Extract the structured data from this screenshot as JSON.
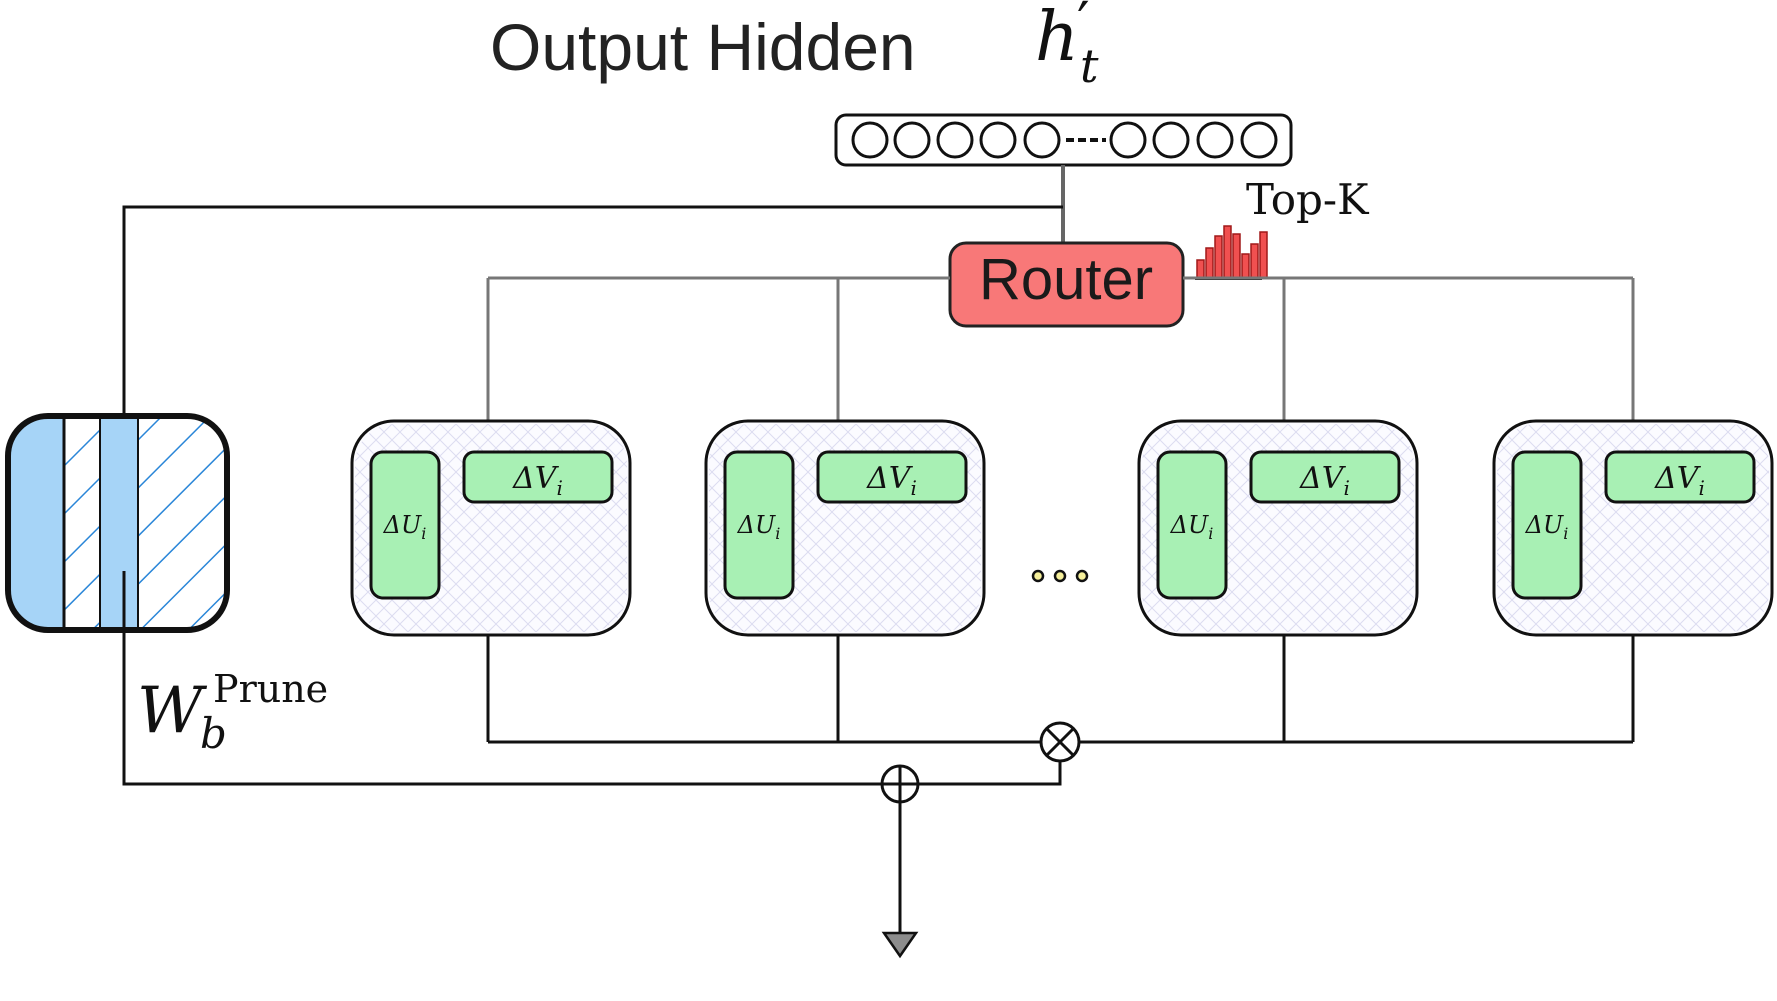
{
  "diagram": {
    "title": "Output Hidden",
    "hidden_symbol": {
      "base": "h",
      "prime": "′",
      "sub": "t"
    },
    "router_label": "Router",
    "topk_label": "Top-K",
    "pruned_weight": {
      "base": "W",
      "sub": "b",
      "sup": "Prune"
    },
    "ellipsis": "...",
    "experts": [
      {
        "du_label": "ΔU",
        "du_sub": "i",
        "dv_label": "ΔV",
        "dv_sub": "i"
      },
      {
        "du_label": "ΔU",
        "du_sub": "i",
        "dv_label": "ΔV",
        "dv_sub": "i"
      },
      {
        "du_label": "ΔU",
        "du_sub": "i",
        "dv_label": "ΔV",
        "dv_sub": "i"
      },
      {
        "du_label": "ΔU",
        "du_sub": "i",
        "dv_label": "ΔV",
        "dv_sub": "i"
      }
    ],
    "colors": {
      "router_fill": "#f87878",
      "expert_block_fill": "#a8f0b4",
      "pruned_fill": "#a6d4f7",
      "hatch": "#2a86d8",
      "histogram": "#f05050"
    },
    "hidden_vector_nodes": 9
  }
}
